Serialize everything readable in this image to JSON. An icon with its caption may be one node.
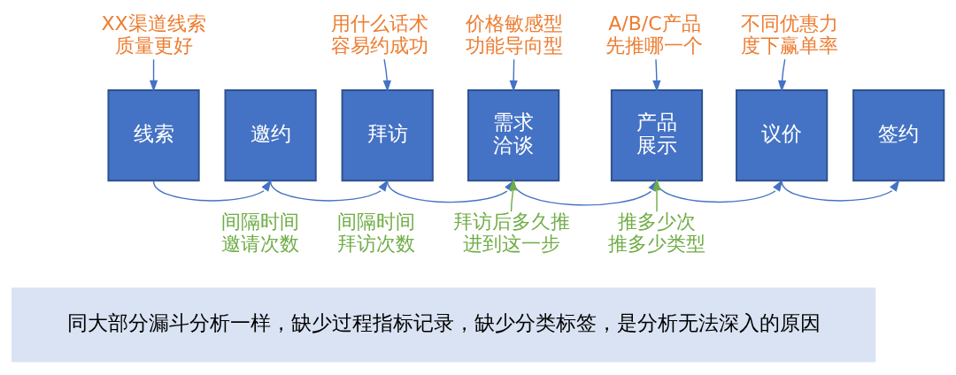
{
  "diagram": {
    "nodes": [
      {
        "text": [
          "XX渠道线索质量更好"
        ]
      },
      {
        "text": [
          "用什么话术容易约成功"
        ]
      },
      {
        "text": [
          "价格敏感型",
          "功能导向型"
        ]
      },
      {
        "text": [
          "A/B/C产品先推哪一个"
        ]
      },
      {
        "text": [
          "不同优惠力度下赢单率"
        ]
      },
      {
        "text": [
          "线索"
        ]
      },
      {
        "text": [
          "邀约"
        ]
      },
      {
        "text": [
          "拜访"
        ]
      },
      {
        "text": [
          "需求洽谈"
        ]
      },
      {
        "text": [
          "产品展示"
        ]
      },
      {
        "text": [
          "议价"
        ]
      },
      {
        "text": [
          "签约"
        ]
      },
      {
        "text": [
          "拜访后多久推进到这一步"
        ]
      },
      {
        "text": [
          "推多少次",
          "推多少类型"
        ]
      },
      {
        "text": [
          "同大部分漏斗分析一样，缺少过程指标记录，缺少分类标签，是分析无法深入的原因"
        ]
      }
    ],
    "edges": [
      {
        "from": 0,
        "to": 5,
        "arrow": "to"
      },
      {
        "from": 1,
        "to": 7,
        "arrow": "to"
      },
      {
        "from": 2,
        "to": 8,
        "arrow": "to"
      },
      {
        "from": 3,
        "to": 9,
        "arrow": "to"
      },
      {
        "from": 4,
        "to": 10,
        "arrow": "to"
      },
      {
        "from": 5,
        "to": 6,
        "arrow": "to"
      },
      {
        "from": 6,
        "to": 7,
        "arrow": "to"
      },
      {
        "from": 7,
        "to": 8,
        "arrow": "to"
      },
      {
        "from": 8,
        "to": 9,
        "arrow": "to"
      },
      {
        "from": 9,
        "to": 10,
        "arrow": "to"
      },
      {
        "from": 10,
        "to": 11,
        "arrow": "to"
      },
      {
        "from": 12,
        "to": 8,
        "arrow": "to",
        "color": "#70ad47"
      },
      {
        "from": 13,
        "to": 9,
        "arrow": "to",
        "color": "#70ad47"
      }
    ],
    "labels": [
      "间隔时间邀请次数",
      "间隔时间拜访次数"
    ]
  }
}
